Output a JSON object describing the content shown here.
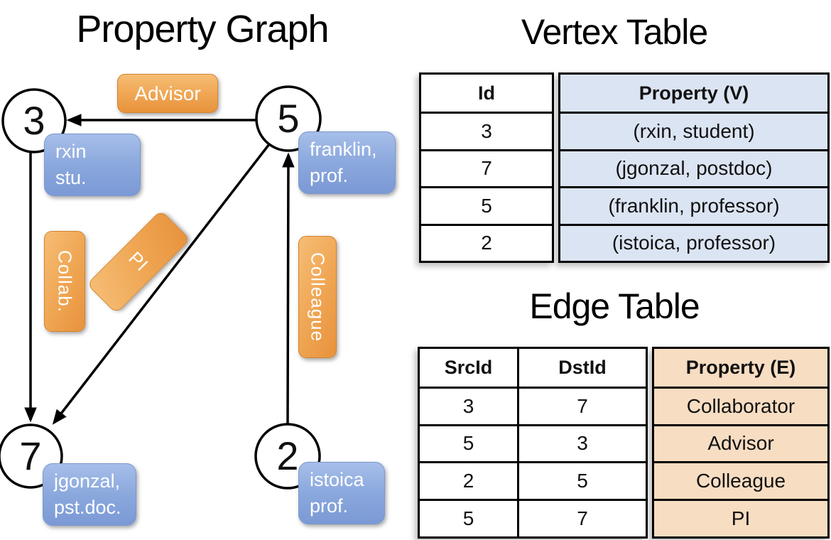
{
  "graph": {
    "title": "Property Graph",
    "nodes": [
      {
        "id": "3",
        "property": {
          "line1": "rxin",
          "line2": "stu."
        }
      },
      {
        "id": "5",
        "property": {
          "line1": "franklin,",
          "line2": "prof."
        }
      },
      {
        "id": "7",
        "property": {
          "line1": "jgonzal,",
          "line2": "pst.doc."
        }
      },
      {
        "id": "2",
        "property": {
          "line1": "istoica",
          "line2": "prof."
        }
      }
    ],
    "edge_labels": {
      "advisor": "Advisor",
      "collab": "Collab.",
      "pi": "PI",
      "colleague": "Colleague"
    },
    "colors": {
      "edge_label_bg": "#efa552",
      "vertex_label_bg": "#8ba8dd",
      "stroke": "#000000"
    }
  },
  "vertex_table": {
    "title": "Vertex Table",
    "columns": [
      "Id",
      "Property (V)"
    ],
    "rows": [
      [
        "3",
        "(rxin, student)"
      ],
      [
        "7",
        "(jgonzal, postdoc)"
      ],
      [
        "5",
        "(franklin, professor)"
      ],
      [
        "2",
        "(istoica, professor)"
      ]
    ],
    "property_col_bg": "#dbe4f2"
  },
  "edge_table": {
    "title": "Edge Table",
    "columns": [
      "SrcId",
      "DstId",
      "Property (E)"
    ],
    "rows": [
      [
        "3",
        "7",
        "Collaborator"
      ],
      [
        "5",
        "3",
        "Advisor"
      ],
      [
        "2",
        "5",
        "Colleague"
      ],
      [
        "5",
        "7",
        "PI"
      ]
    ],
    "property_col_bg": "#f7ddc2"
  }
}
